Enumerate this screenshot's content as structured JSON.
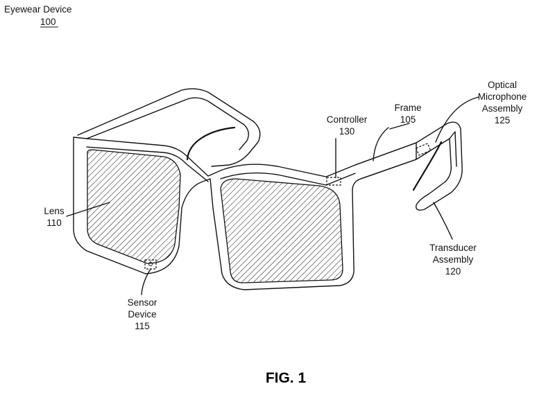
{
  "title": {
    "name": "Eyewear Device",
    "ref": "100"
  },
  "labels": {
    "controller": {
      "name": "Controller",
      "ref": "130"
    },
    "frame": {
      "name": "Frame",
      "ref": "105"
    },
    "optical_line1": "Optical",
    "optical_line2": "Microphone",
    "optical_line3": "Assembly",
    "optical_ref": "125",
    "lens": {
      "name": "Lens",
      "ref": "110"
    },
    "transducer_line1": "Transducer",
    "transducer_line2": "Assembly",
    "transducer_ref": "120",
    "sensor_line1": "Sensor",
    "sensor_line2": "Device",
    "sensor_ref": "115"
  },
  "caption": "FIG. 1"
}
